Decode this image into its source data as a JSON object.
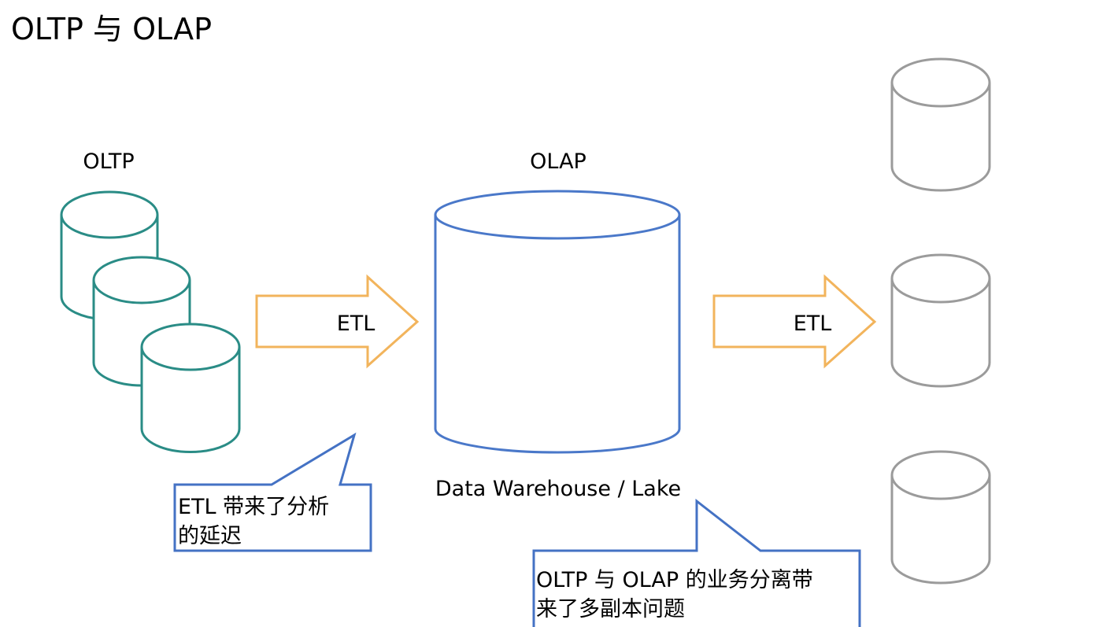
{
  "title": "OLTP 与 OLAP",
  "oltp": {
    "label": "OLTP"
  },
  "olap": {
    "label": "OLAP",
    "caption": "Data Warehouse / Lake"
  },
  "arrows": {
    "left_label": "ETL",
    "right_label": "ETL"
  },
  "callouts": {
    "etl_delay": {
      "line1": "ETL 带来了分析",
      "line2": "的延迟"
    },
    "separation": {
      "line1": "OLTP 与 OLAP 的业务分离带",
      "line2": "来了多副本问题"
    }
  },
  "colors": {
    "oltp_stroke": "#2a8c86",
    "olap_stroke": "#4a78c9",
    "replica_stroke": "#9b9b9b",
    "arrow_stroke": "#f2b45c",
    "callout_stroke": "#4472c4"
  }
}
